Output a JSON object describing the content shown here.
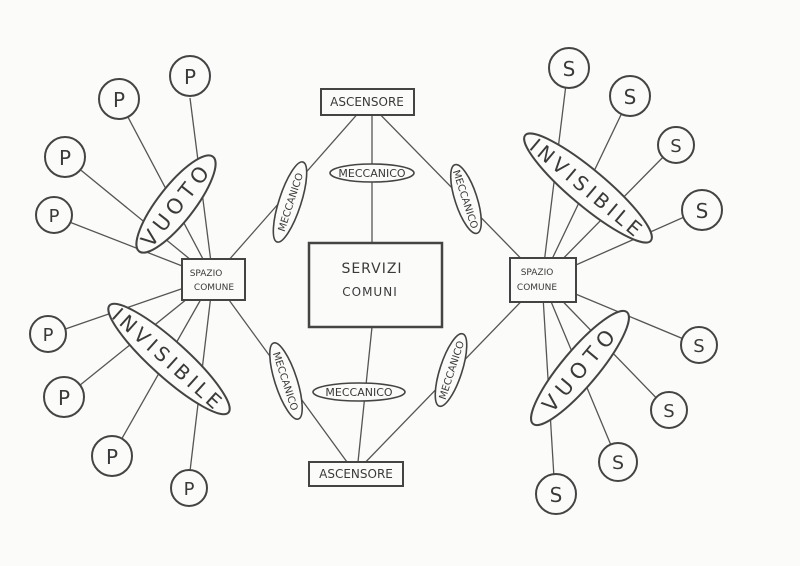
{
  "diagram": {
    "center_label_line1": "SERVIZI",
    "center_label_line2": "COMUNI",
    "elevator_top": "ASCENSORE",
    "elevator_bottom": "ASCENSORE",
    "common_left_line1": "SPAZIO",
    "common_left_line2": "COMUNE",
    "common_right_line1": "SPAZIO",
    "common_right_line2": "COMUNE",
    "meccanico_label": "MECCANICO",
    "meccanico_vertical_label": "MECCANICO",
    "vuoto_label": "VUOTO",
    "invisibile_label": "INVISIBILE",
    "p_label": "P",
    "s_label": "S"
  },
  "colors": {
    "stroke": "#4a4a4a",
    "background": "#fbfbfa"
  }
}
